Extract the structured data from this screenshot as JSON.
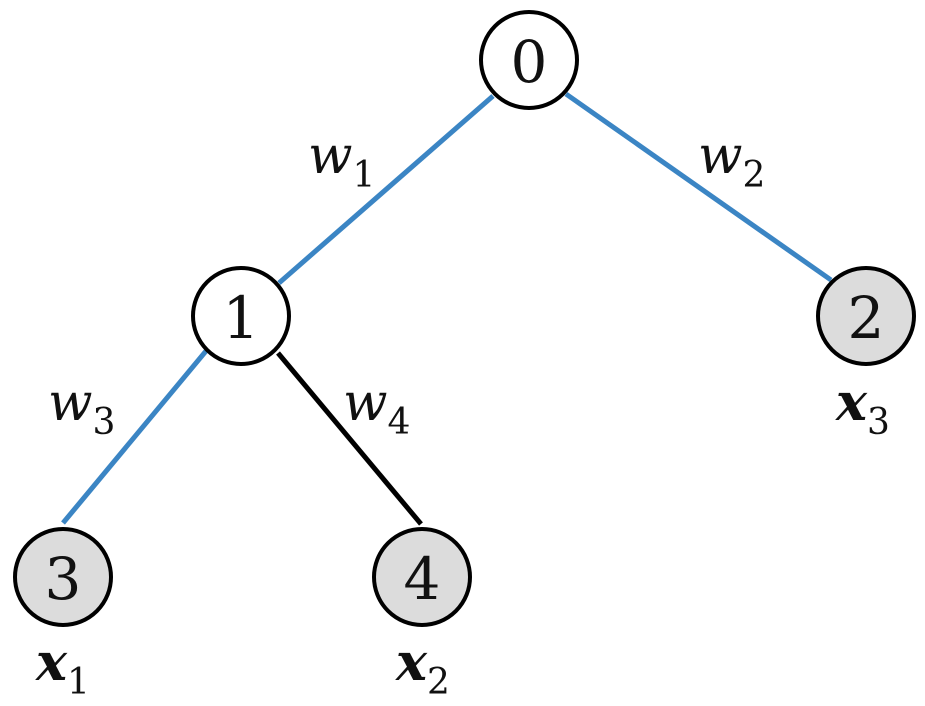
{
  "colors": {
    "highlight_edge": "#3b85c4",
    "normal_edge": "#000000",
    "internal_node_fill": "#ffffff",
    "leaf_node_fill": "#dcdcdc"
  },
  "nodes": [
    {
      "id": "0",
      "label": "0",
      "type": "internal"
    },
    {
      "id": "1",
      "label": "1",
      "type": "internal"
    },
    {
      "id": "2",
      "label": "2",
      "type": "leaf",
      "leaf_var": "x",
      "leaf_sub": "3"
    },
    {
      "id": "3",
      "label": "3",
      "type": "leaf",
      "leaf_var": "x",
      "leaf_sub": "1"
    },
    {
      "id": "4",
      "label": "4",
      "type": "leaf",
      "leaf_var": "x",
      "leaf_sub": "2"
    }
  ],
  "edges": [
    {
      "from": "0",
      "to": "1",
      "var": "w",
      "sub": "1",
      "highlighted": true
    },
    {
      "from": "0",
      "to": "2",
      "var": "w",
      "sub": "2",
      "highlighted": true
    },
    {
      "from": "1",
      "to": "3",
      "var": "w",
      "sub": "3",
      "highlighted": true
    },
    {
      "from": "1",
      "to": "4",
      "var": "w",
      "sub": "4",
      "highlighted": false
    }
  ]
}
